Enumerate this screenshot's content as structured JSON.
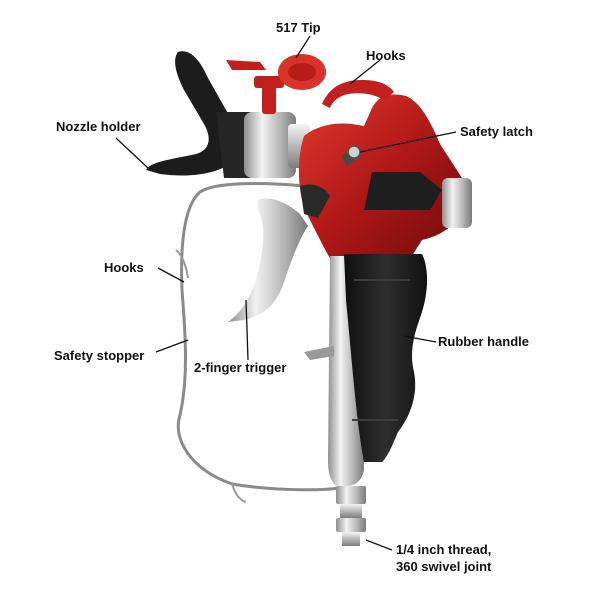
{
  "colors": {
    "body_red": "#b01818",
    "body_red_dark": "#6e0a0a",
    "grip_black": "#1c1c1c",
    "chrome": "#c9c9c9",
    "label_text": "#111111"
  },
  "labels": {
    "tip": "517 Tip",
    "hooks_top": "Hooks",
    "safety_latch": "Safety latch",
    "nozzle_holder": "Nozzle holder",
    "hooks_left": "Hooks",
    "safety_stopper": "Safety stopper",
    "rubber_handle": "Rubber handle",
    "trigger": "2-finger trigger",
    "thread_line1": "1/4 inch thread,",
    "thread_line2": "360 swivel joint"
  },
  "icons": {
    "product": "airless-paint-spray-gun-icon"
  }
}
